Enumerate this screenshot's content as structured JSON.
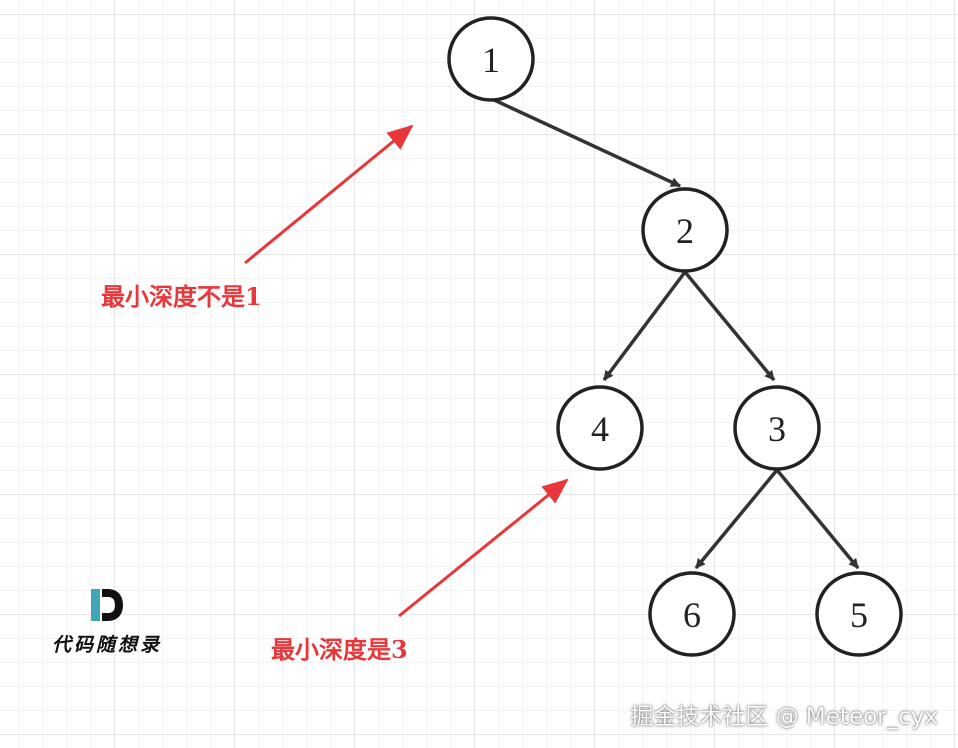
{
  "tree": {
    "nodes": [
      {
        "id": "n1",
        "label": "1"
      },
      {
        "id": "n2",
        "label": "2"
      },
      {
        "id": "n4",
        "label": "4"
      },
      {
        "id": "n3",
        "label": "3"
      },
      {
        "id": "n6",
        "label": "6"
      },
      {
        "id": "n5",
        "label": "5"
      }
    ],
    "edges": [
      {
        "from": "n1",
        "to": "n2"
      },
      {
        "from": "n2",
        "to": "n4"
      },
      {
        "from": "n2",
        "to": "n3"
      },
      {
        "from": "n3",
        "to": "n6"
      },
      {
        "from": "n3",
        "to": "n5"
      }
    ]
  },
  "annotations": {
    "note_not_one": "最小深度不是1",
    "note_three": "最小深度是3"
  },
  "logo": {
    "mark": "D",
    "text": "代码随想录"
  },
  "watermark": "掘金技术社区 @ Meteor_cyx",
  "colors": {
    "annotation": "#e8373a",
    "edge": "#333333",
    "node_stroke": "#222222",
    "logo_accent": "#3fa7b5"
  }
}
